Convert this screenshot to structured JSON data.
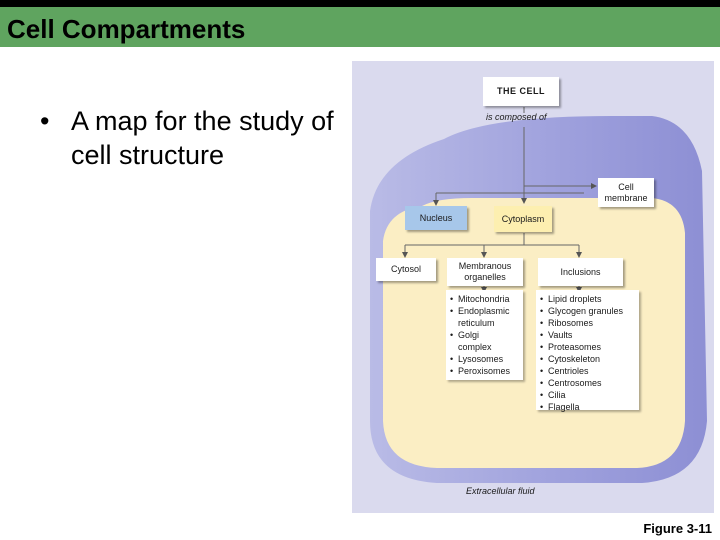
{
  "slide": {
    "title": "Cell Compartments",
    "bullet_symbol": "•",
    "bullet_text": "A map for the study of cell structure",
    "figure_label": "Figure 3-11"
  },
  "diagram": {
    "root": "THE CELL",
    "root_connector": "is composed of",
    "membrane": "Cell membrane",
    "nucleus": "Nucleus",
    "cytoplasm": "Cytoplasm",
    "cytosol": "Cytosol",
    "membranous": "Membranous organelles",
    "inclusions": "Inclusions",
    "membranous_items": [
      "Mitochondria",
      "Endoplasmic\nreticulum",
      "Golgi\ncomplex",
      "Lysosomes",
      "Peroxisomes"
    ],
    "inclusion_items": [
      "Lipid droplets",
      "Glycogen granules",
      "Ribosomes",
      "Vaults",
      "Proteasomes",
      "Cytoskeleton",
      "Centrioles",
      "Centrosomes",
      "Cilia",
      "Flagella"
    ],
    "extracellular": "Extracellular fluid"
  },
  "colors": {
    "title_bar": "#5fa45f",
    "panel_background": "#dadaee",
    "membrane_outer": "#9d9fdc",
    "cell_fill": "#fbeec4",
    "nucleus_box": "#a7c7ea",
    "cytoplasm_box": "#fdefb0"
  }
}
